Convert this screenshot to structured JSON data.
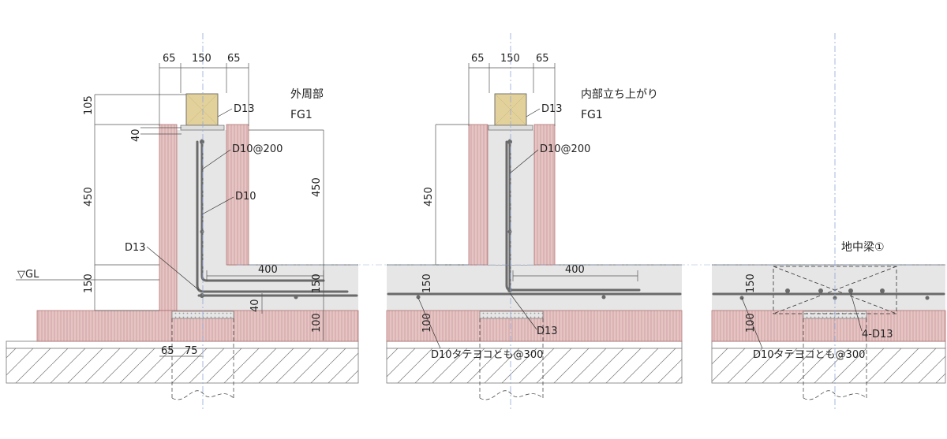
{
  "diagram": {
    "section1": {
      "title": "外周部",
      "code": "FG1",
      "dim_top": [
        "65",
        "150",
        "65"
      ],
      "dim_105": "105",
      "dim_40a": "40",
      "dim_450_left": "450",
      "dim_450_right": "450",
      "dim_150_left": "150",
      "dim_150_right": "150",
      "dim_400": "400",
      "dim_40b": "40",
      "dim_100": "100",
      "dim_65b": "65",
      "dim_75": "75",
      "label_d13_top": "D13",
      "label_d10_200": "D10@200",
      "label_d10": "D10",
      "label_d13_left": "D13",
      "label_gl": "▽GL"
    },
    "section2": {
      "title": "内部立ち上がり",
      "code": "FG1",
      "dim_top": [
        "65",
        "150",
        "65"
      ],
      "dim_450": "450",
      "dim_400": "400",
      "dim_150": "150",
      "dim_100": "100",
      "label_d13_top": "D13",
      "label_d10_200": "D10@200",
      "label_d13_bottom": "D13",
      "label_d10_tateyoko": "D10タテヨコとも@300"
    },
    "section3": {
      "title": "地中梁①",
      "dim_150": "150",
      "dim_100": "100",
      "label_4d13": "4-D13",
      "label_d10_tateyoko": "D10タテヨコとも@300"
    }
  },
  "colors": {
    "wall_fill": "#e7c4c4",
    "concrete_fill": "#e6e6e6",
    "sill_fill": "#e3d19b",
    "rebar": "#6a6a6a"
  }
}
